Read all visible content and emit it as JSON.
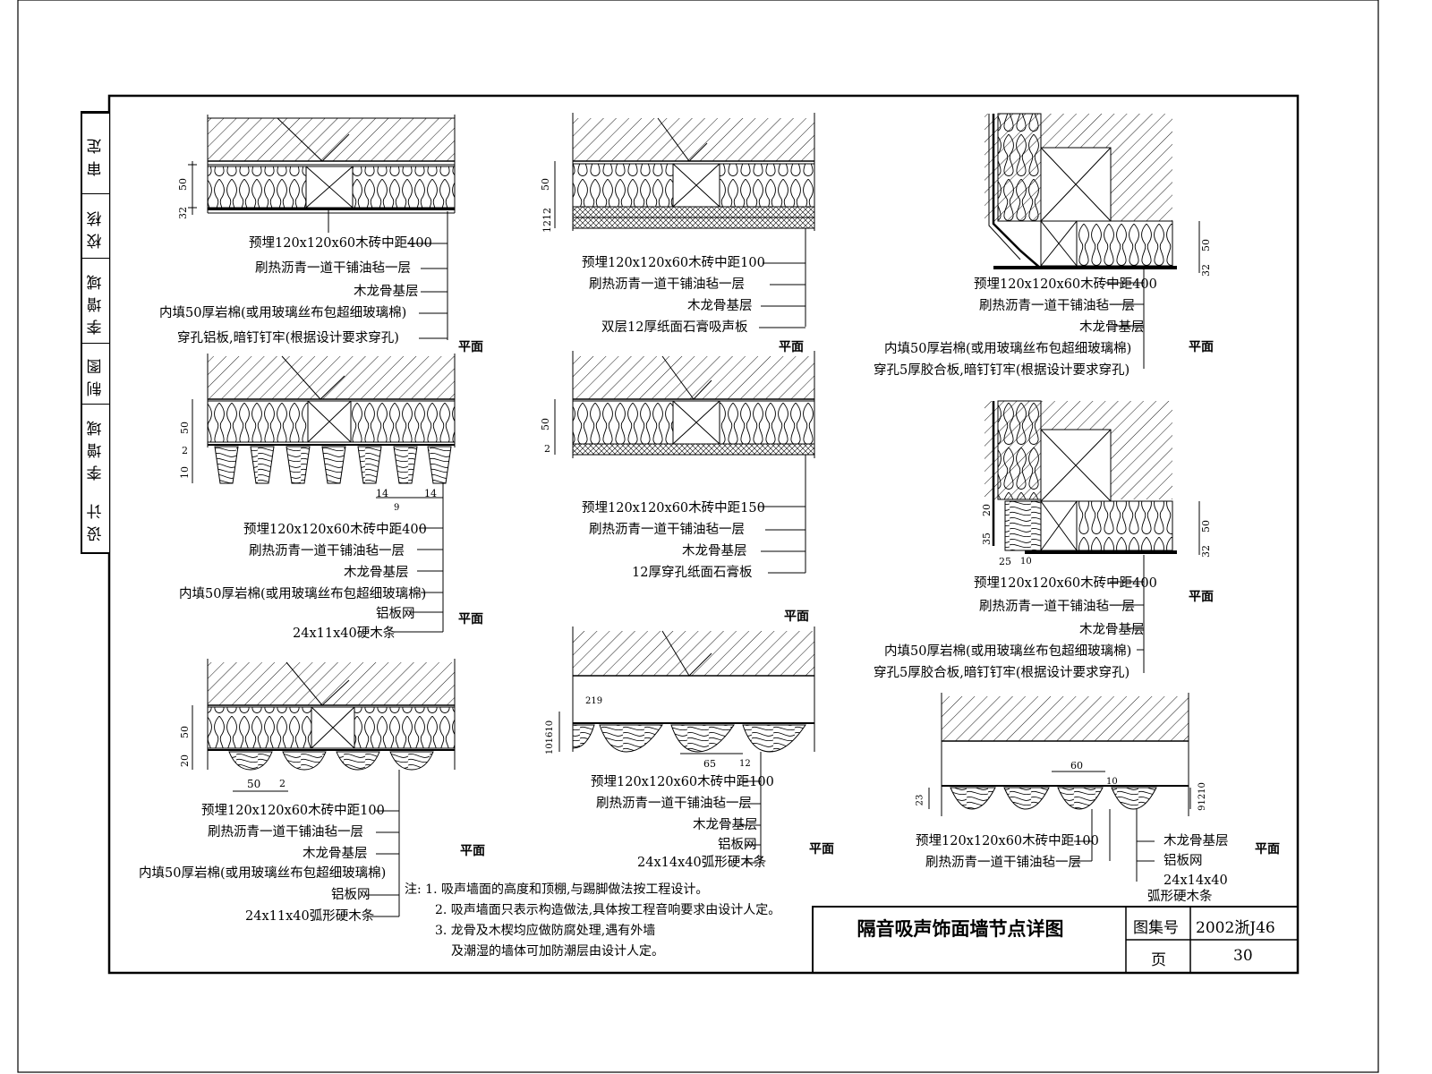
{
  "sidebar": [
    {
      "label": "审定"
    },
    {
      "label": "校核"
    },
    {
      "label": "李增域"
    },
    {
      "label": "制图"
    },
    {
      "label": "李增域"
    },
    {
      "label": "设计"
    }
  ],
  "plan_label": "平面",
  "details": {
    "d1": [
      "预埋120x120x60木砖中距400",
      "刷热沥青一道干铺油毡一层",
      "木龙骨基层",
      "内填50厚岩棉(或用玻璃丝布包超细玻璃棉)",
      "穿孔铝板,暗钉钉牢(根据设计要求穿孔)"
    ],
    "d2": [
      "预埋120x120x60木砖中距100",
      "刷热沥青一道干铺油毡一层",
      "木龙骨基层",
      "双层12厚纸面石膏吸声板"
    ],
    "d3": [
      "预埋120x120x60木砖中距400",
      "刷热沥青一道干铺油毡一层",
      "木龙骨基层",
      "内填50厚岩棉(或用玻璃丝布包超细玻璃棉)",
      "穿孔5厚胶合板,暗钉钉牢(根据设计要求穿孔)"
    ],
    "d4": [
      "预埋120x120x60木砖中距400",
      "刷热沥青一道干铺油毡一层",
      "木龙骨基层",
      "内填50厚岩棉(或用玻璃丝布包超细玻璃棉)",
      "铝板网",
      "24x11x40硬木条"
    ],
    "d5": [
      "预埋120x120x60木砖中距150",
      "刷热沥青一道干铺油毡一层",
      "木龙骨基层",
      "12厚穿孔纸面石膏板"
    ],
    "d6": [
      "预埋120x120x60木砖中距400",
      "刷热沥青一道干铺油毡一层",
      "木龙骨基层",
      "内填50厚岩棉(或用玻璃丝布包超细玻璃棉)",
      "穿孔5厚胶合板,暗钉钉牢(根据设计要求穿孔)"
    ],
    "d7": [
      "预埋120x120x60木砖中距100",
      "刷热沥青一道干铺油毡一层",
      "木龙骨基层",
      "内填50厚岩棉(或用玻璃丝布包超细玻璃棉)",
      "铝板网",
      "24x11x40弧形硬木条"
    ],
    "d8": [
      "预埋120x120x60木砖中距100",
      "刷热沥青一道干铺油毡一层",
      "木龙骨基层",
      "铝板网",
      "24x14x40弧形硬木条"
    ],
    "d9_left": [
      "预埋120x120x60木砖中距100",
      "刷热沥青一道干铺油毡一层"
    ],
    "d9_right": [
      "木龙骨基层",
      "铝板网",
      "24x14x40",
      "弧形硬木条"
    ]
  },
  "dims": {
    "d1": [
      "50",
      "32"
    ],
    "d2": [
      "50",
      "1212"
    ],
    "d3": [
      "50",
      "32"
    ],
    "d4": [
      "50",
      "2",
      "10",
      "14",
      "9",
      "14"
    ],
    "d5": [
      "50",
      "2"
    ],
    "d6": [
      "20",
      "35",
      "25",
      "10",
      "50",
      "32"
    ],
    "d7": [
      "50",
      "20",
      "50",
      "2"
    ],
    "d8": [
      "219",
      "101610",
      "65",
      "12"
    ],
    "d9": [
      "60",
      "23",
      "10",
      "91210"
    ]
  },
  "notes": [
    "注: 1. 吸声墙面的高度和顶棚,与踢脚做法按工程设计。",
    "2. 吸声墙面只表示构造做法,具体按工程音响要求由设计人定。",
    "3. 龙骨及木楔均应做防腐处理,遇有外墙",
    "及潮湿的墙体可加防潮层由设计人定。"
  ],
  "title_block": {
    "title": "隔音吸声饰面墙节点详图",
    "atlas_label": "图集号",
    "atlas_value": "2002浙J46",
    "page_label": "页",
    "page_value": "30"
  }
}
